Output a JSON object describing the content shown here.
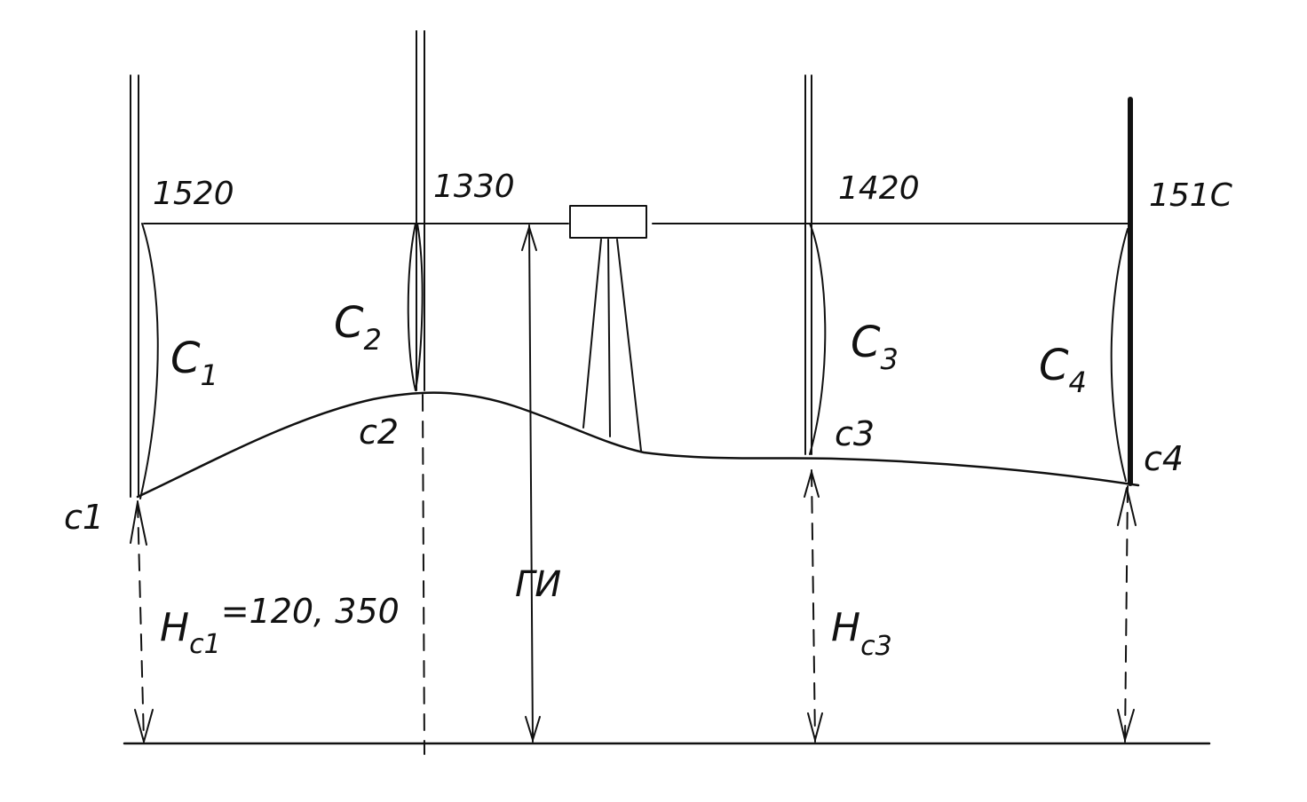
{
  "ink_color": "#111111",
  "background_color": "#ffffff",
  "readings": {
    "c1": "1520",
    "c2": "1330",
    "c3": "1420",
    "c4": "151C"
  },
  "staff_labels": {
    "c1": "C",
    "c1_sub": "1",
    "c2": "C",
    "c2_sub": "2",
    "c3": "C",
    "c3_sub": "3",
    "c4": "C",
    "c4_sub": "4"
  },
  "point_labels": {
    "c1": "c1",
    "c2": "c2",
    "c3": "c3",
    "c4": "c4"
  },
  "instrument_height_label": "ГИ",
  "elevation_c1": {
    "prefix": "H",
    "sub": "c1",
    "value": "=120, 350"
  },
  "elevation_c3": {
    "prefix": "H",
    "sub": "c3"
  },
  "icons": [
    "level-instrument-icon",
    "tripod-icon"
  ]
}
